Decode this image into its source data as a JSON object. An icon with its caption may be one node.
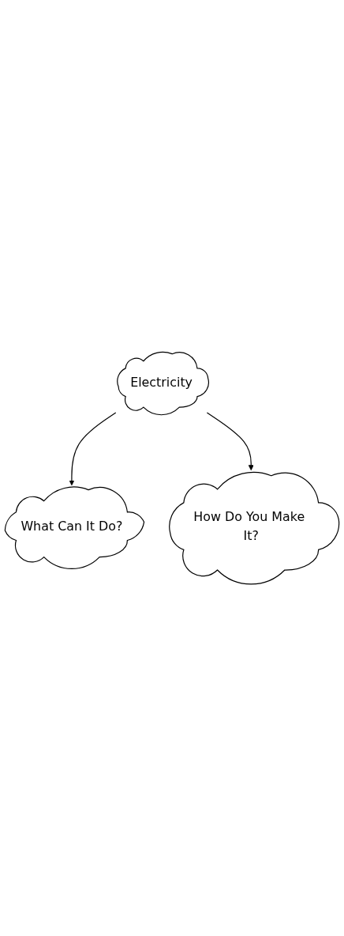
{
  "diagram": {
    "nodes": [
      {
        "text": [
          "Electricity"
        ]
      },
      {
        "text": [
          "What Can It Do?"
        ]
      },
      {
        "text": [
          "How Do You Make It?"
        ]
      }
    ],
    "edges": [
      {
        "from": 0,
        "to": 1,
        "arrow": "to"
      },
      {
        "from": 0,
        "to": 2,
        "arrow": "to"
      }
    ]
  }
}
